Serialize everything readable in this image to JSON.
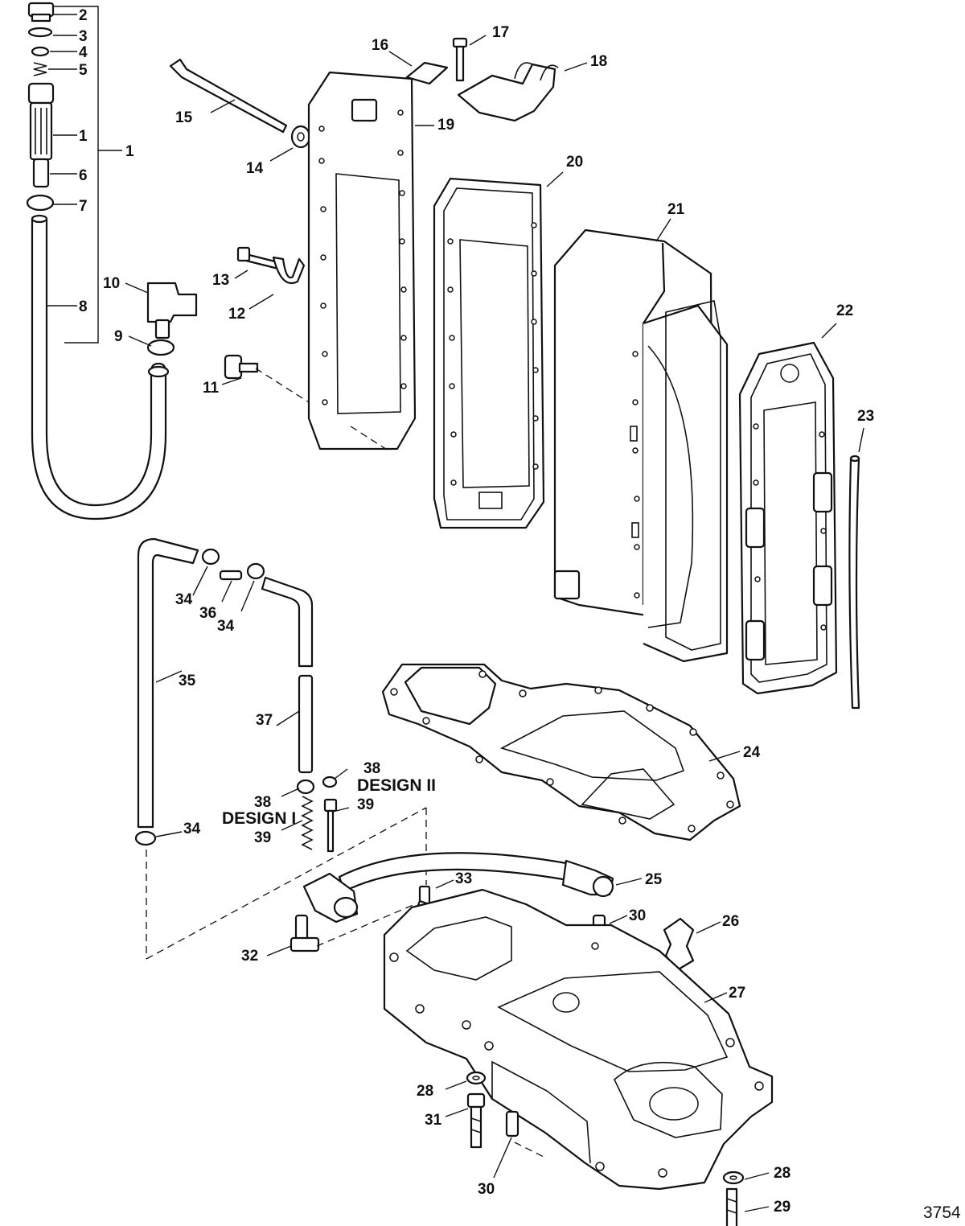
{
  "callouts": {
    "c1": "1",
    "c2": "2",
    "c3": "3",
    "c4": "4",
    "c5": "5",
    "c6": "6",
    "c7": "7",
    "c8": "8",
    "c9": "9",
    "c10": "10",
    "c11": "11",
    "c12": "12",
    "c13": "13",
    "c14": "14",
    "c15": "15",
    "c16": "16",
    "c17": "17",
    "c18": "18",
    "c19": "19",
    "c20": "20",
    "c21": "21",
    "c22": "22",
    "c23": "23",
    "c24": "24",
    "c25": "25",
    "c26": "26",
    "c27": "27",
    "c28": "28",
    "c29": "29",
    "c30": "30",
    "c31": "31",
    "c32": "32",
    "c33": "33",
    "c34": "34",
    "c35": "35",
    "c36": "36",
    "c37": "37",
    "c38": "38",
    "c39": "39"
  },
  "design_labels": {
    "design1": "DESIGN I",
    "design2": "DESIGN II"
  },
  "figure_number": "3754"
}
